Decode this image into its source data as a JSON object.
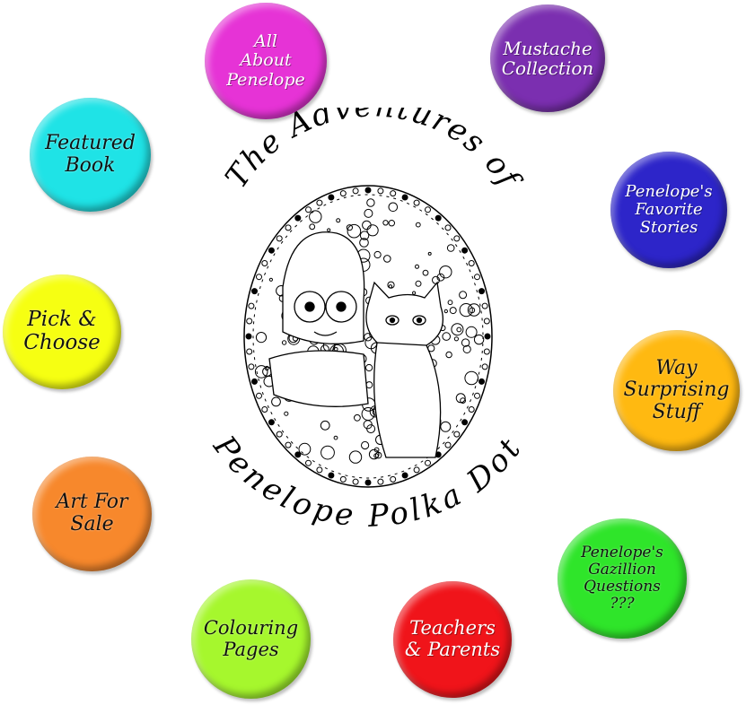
{
  "title": {
    "top": "The Adventures of",
    "bottom": "Penelope Polka Dot"
  },
  "nav": {
    "about": "All\nAbout\nPenelope",
    "mustache": "Mustache\nCollection",
    "featured": "Featured\nBook",
    "stories": "Penelope's\nFavorite\nStories",
    "pick": "Pick &\nChoose",
    "way": "Way\nSurprising\nStuff",
    "art": "Art For\nSale",
    "questions": "Penelope's\nGazillion\nQuestions\n???",
    "teachers": "Teachers\n& Parents",
    "colouring": "Colouring\nPages"
  },
  "colors": {
    "about": "#e633d6",
    "mustache": "#7b2fb0",
    "featured": "#1fe3e6",
    "stories": "#2d25c9",
    "pick": "#f6ff12",
    "way": "#ffb911",
    "art": "#f7882c",
    "questions": "#2fe52a",
    "teachers": "#f0141a",
    "colouring": "#a6f72d"
  }
}
